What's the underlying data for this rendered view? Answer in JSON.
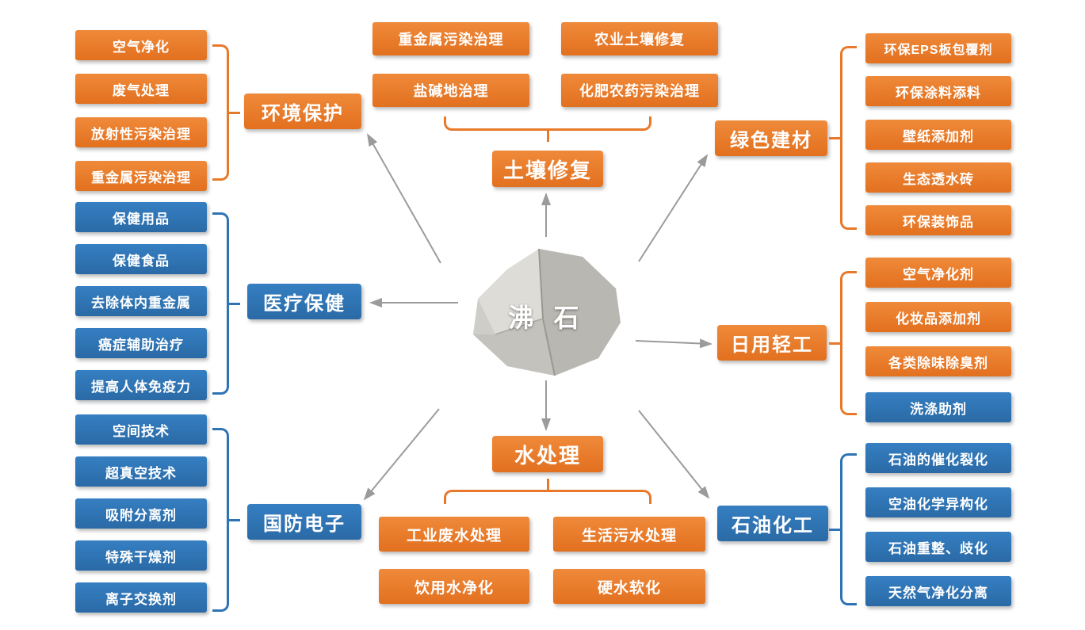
{
  "center": {
    "label": "沸 石"
  },
  "colors": {
    "orange": "#E8792A",
    "blue": "#2E74B5",
    "arrow": "#9B9B9B"
  },
  "groups": [
    {
      "id": "environment",
      "category": "环境保护",
      "color": "orange",
      "items": [
        {
          "label": "空气净化",
          "color": "orange"
        },
        {
          "label": "废气处理",
          "color": "orange"
        },
        {
          "label": "放射性污染治理",
          "color": "orange"
        },
        {
          "label": "重金属污染治理",
          "color": "orange"
        }
      ]
    },
    {
      "id": "soil-remediation",
      "category": "土壤修复",
      "color": "orange",
      "items": [
        {
          "label": "重金属污染治理",
          "color": "orange"
        },
        {
          "label": "农业土壤修复",
          "color": "orange"
        },
        {
          "label": "盐碱地治理",
          "color": "orange"
        },
        {
          "label": "化肥农药污染治理",
          "color": "orange"
        }
      ]
    },
    {
      "id": "green-building",
      "category": "绿色建材",
      "color": "orange",
      "items": [
        {
          "label": "环保EPS板包覆剂",
          "color": "orange"
        },
        {
          "label": "环保涂料添料",
          "color": "orange"
        },
        {
          "label": "壁纸添加剂",
          "color": "orange"
        },
        {
          "label": "生态透水砖",
          "color": "orange"
        },
        {
          "label": "环保装饰品",
          "color": "orange"
        }
      ]
    },
    {
      "id": "medical-health",
      "category": "医疗保健",
      "color": "blue",
      "items": [
        {
          "label": "保健用品",
          "color": "blue"
        },
        {
          "label": "保健食品",
          "color": "blue"
        },
        {
          "label": "去除体内重金属",
          "color": "blue"
        },
        {
          "label": "癌症辅助治疗",
          "color": "blue"
        },
        {
          "label": "提高人体免疫力",
          "color": "blue"
        }
      ]
    },
    {
      "id": "daily-light-industry",
      "category": "日用轻工",
      "color": "orange",
      "items": [
        {
          "label": "空气净化剂",
          "color": "orange"
        },
        {
          "label": "化妆品添加剂",
          "color": "orange"
        },
        {
          "label": "各类除味除臭剂",
          "color": "orange"
        },
        {
          "label": "洗涤助剂",
          "color": "blue"
        }
      ]
    },
    {
      "id": "defense-electronics",
      "category": "国防电子",
      "color": "blue",
      "items": [
        {
          "label": "空间技术",
          "color": "blue"
        },
        {
          "label": "超真空技术",
          "color": "blue"
        },
        {
          "label": "吸附分离剂",
          "color": "blue"
        },
        {
          "label": "特殊干燥剂",
          "color": "blue"
        },
        {
          "label": "离子交换剂",
          "color": "blue"
        }
      ]
    },
    {
      "id": "water-treatment",
      "category": "水处理",
      "color": "orange",
      "items": [
        {
          "label": "工业废水处理",
          "color": "orange"
        },
        {
          "label": "生活污水处理",
          "color": "orange"
        },
        {
          "label": "饮用水净化",
          "color": "orange"
        },
        {
          "label": "硬水软化",
          "color": "orange"
        }
      ]
    },
    {
      "id": "petrochemical",
      "category": "石油化工",
      "color": "blue",
      "items": [
        {
          "label": "石油的催化裂化",
          "color": "blue"
        },
        {
          "label": "空油化学异构化",
          "color": "blue"
        },
        {
          "label": "石油重整、歧化",
          "color": "blue"
        },
        {
          "label": "天然气净化分离",
          "color": "blue"
        }
      ]
    }
  ]
}
